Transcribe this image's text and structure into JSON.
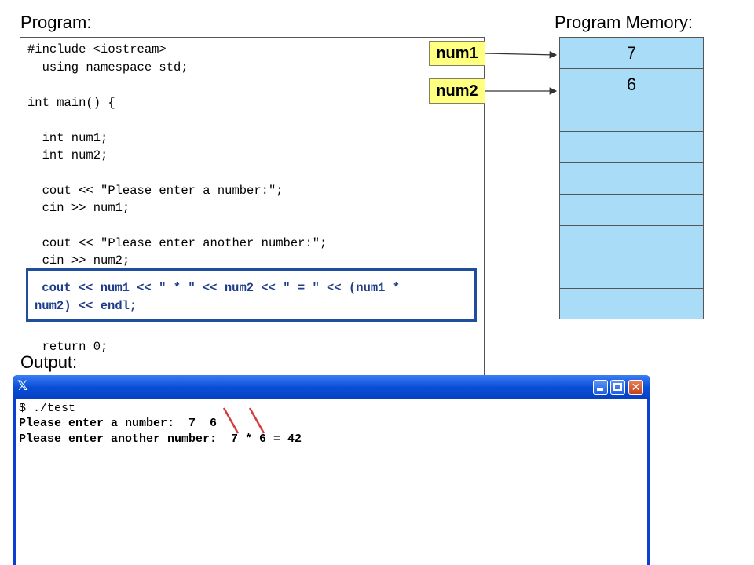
{
  "headings": {
    "program": "Program:",
    "memory": "Program Memory:",
    "output": "Output:"
  },
  "code": {
    "lines": [
      "#include <iostream>",
      "  using namespace std;",
      "",
      "int main() {",
      "",
      "  int num1;",
      "  int num2;",
      "",
      "  cout << \"Please enter a number:\";",
      "  cin >> num1;",
      "",
      "  cout << \"Please enter another number:\";",
      "  cin >> num2;",
      "",
      "",
      "",
      "",
      "  return 0;"
    ],
    "highlighted": [
      " cout << num1 << \" * \" << num2 << \" = \" << (num1 *",
      "num2) << endl;"
    ]
  },
  "variables": [
    {
      "name": "num1",
      "value": "7"
    },
    {
      "name": "num2",
      "value": "6"
    }
  ],
  "memory": {
    "cells": [
      "7",
      "6",
      "",
      "",
      "",
      "",
      "",
      "",
      ""
    ]
  },
  "terminal": {
    "title_icon": "x-logo-icon",
    "lines": [
      "$ ./test",
      "Please enter a number:  7  6",
      "Please enter another number:  7 * 6 = 42"
    ]
  },
  "colors": {
    "highlight": "#1f3d8a",
    "memory_fill": "#a9dcf6",
    "label_fill": "#ffff80",
    "titlebar": "#0a4fd8",
    "strike": "#d23c3c"
  }
}
